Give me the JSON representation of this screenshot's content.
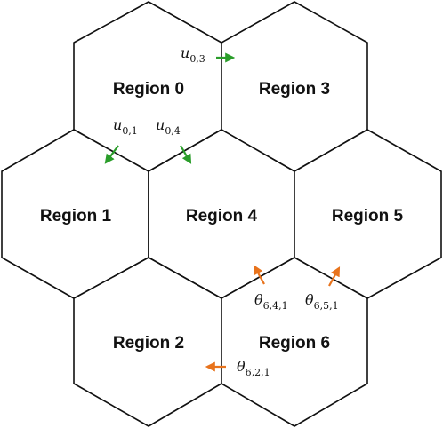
{
  "regions": [
    {
      "label": "Region 0"
    },
    {
      "label": "Region 3"
    },
    {
      "label": "Region 1"
    },
    {
      "label": "Region 4"
    },
    {
      "label": "Region 5"
    },
    {
      "label": "Region 2"
    },
    {
      "label": "Region 6"
    }
  ],
  "annotations": [
    {
      "symbol": "u",
      "subscript": "0,3",
      "color": "#2a9d2a"
    },
    {
      "symbol": "u",
      "subscript": "0,1",
      "color": "#2a9d2a"
    },
    {
      "symbol": "u",
      "subscript": "0,4",
      "color": "#2a9d2a"
    },
    {
      "symbol": "θ",
      "subscript": "6,4,1",
      "color": "#e8731c"
    },
    {
      "symbol": "θ",
      "subscript": "6,5,1",
      "color": "#e8731c"
    },
    {
      "symbol": "θ",
      "subscript": "6,2,1",
      "color": "#e8731c"
    }
  ],
  "colors": {
    "control_arrow": "#2a9d2a",
    "parameter_arrow": "#e8731c",
    "outline": "#111111"
  }
}
